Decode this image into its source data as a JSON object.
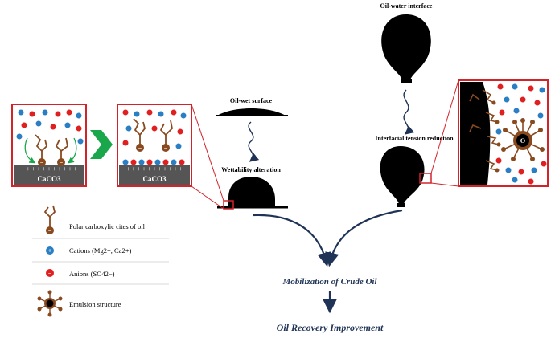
{
  "colors": {
    "frame_red": "#d2232a",
    "dark_blue": "#1f3356",
    "arrow_green": "#1aa64a",
    "oil_brown": "#8a4a1f",
    "cation_blue": "#2a7fc4",
    "anion_red": "#e02020",
    "rock_gray": "#555555",
    "oil_black": "#000000"
  },
  "labels": {
    "oil_water_interface": "Oil-water interface",
    "oil_wet_surface": "Oil-wet surface",
    "wettability_alteration": "Wettability alteration",
    "interfacial_tension_reduction": "Interfacial tension reduction",
    "mobilization": "Mobilization of Crude Oil",
    "oil_recovery": "Oil Recovery Improvement"
  },
  "rock": {
    "left_label": "CaCO3",
    "right_label": "CaCO3",
    "plus_signs": "+ + + + + + + + + + +"
  },
  "legend": {
    "items": [
      {
        "icon": "carboxylic-site-icon",
        "text": "Polar carboxylic cites of oil"
      },
      {
        "icon": "cation-icon",
        "text": "Cations (Mg2+, Ca2+)"
      },
      {
        "icon": "anion-icon",
        "text": "Anions (SO42−)"
      },
      {
        "icon": "emulsion-icon",
        "text": "Emulsion structure"
      }
    ]
  },
  "symbols": {
    "plus": "+",
    "minus": "−",
    "oil_core": "O"
  }
}
